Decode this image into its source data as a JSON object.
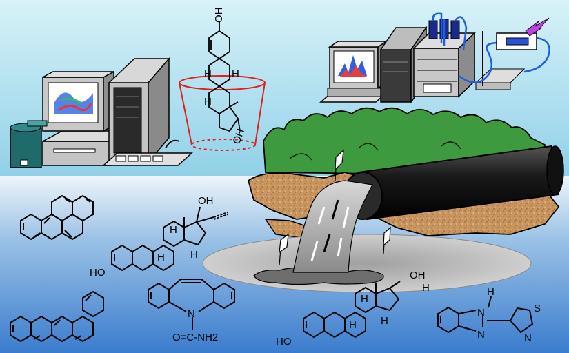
{
  "labels": {
    "oh_top": "OH",
    "oh_cyclodextrin": "OH",
    "h_a": "H",
    "h_b": "H",
    "h_c": "H",
    "oh_ethinyl": "OH",
    "ho_ethinyl": "HO",
    "h_ee1": "H",
    "h_ee2": "H",
    "h_ee3": "H",
    "n_carbamazepine": "N",
    "carbamazepine_amide": "O=C-NH2",
    "oh_estradiol": "OH",
    "ho_estradiol": "HO",
    "h_e1": "H",
    "h_e2": "H",
    "h_e3": "H",
    "h_e4": "H",
    "thiabendazole_nh": "N",
    "thiabendazole_h": "H",
    "thiabendazole_n": "N",
    "thiazole_s": "S",
    "thiazole_n": "N"
  },
  "colors": {
    "sky_top": "#cfeef6",
    "sky_bottom": "#8fd3ea",
    "water": "#4a8fd6",
    "ground": "#eaf2f7",
    "pool": "#b8b8b8",
    "bushes": "#3e9a3e",
    "rock": "#c89464",
    "pipe": "#222222",
    "computer_body": "#b8b8b8",
    "cup": "#e02020"
  }
}
